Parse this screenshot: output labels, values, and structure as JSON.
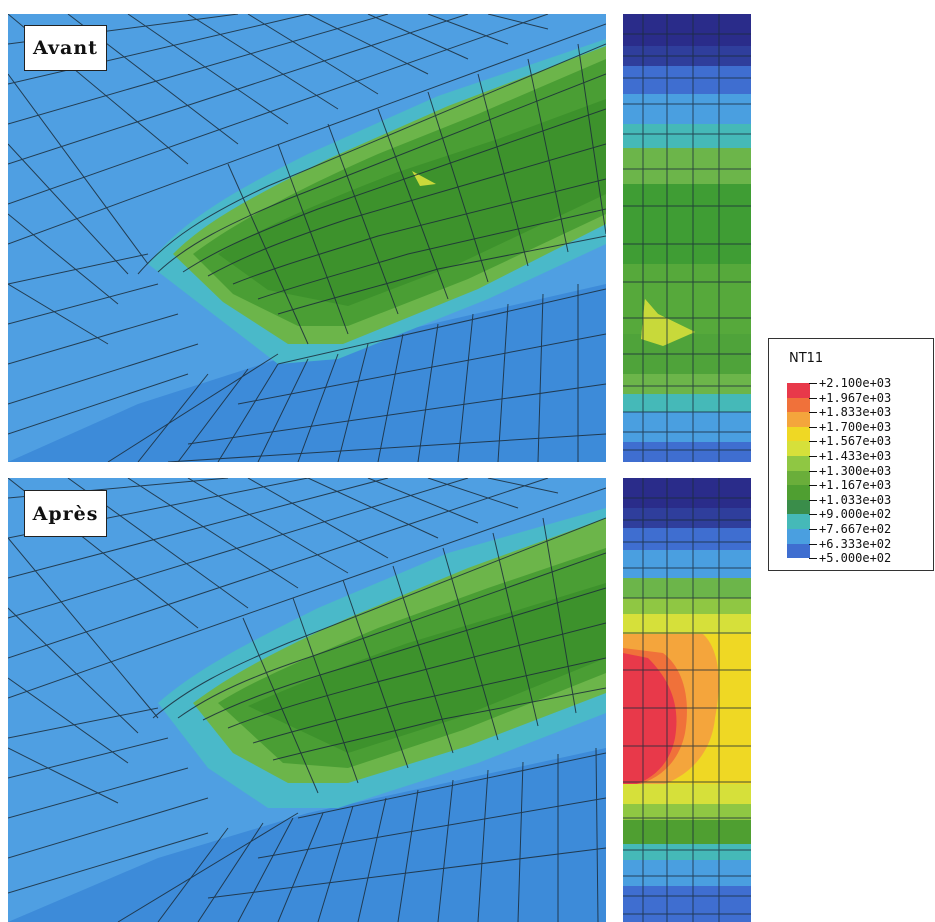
{
  "panels": {
    "avant": {
      "label": "Avant"
    },
    "apres": {
      "label": "Après"
    }
  },
  "legend": {
    "title": "NT11",
    "values": [
      "+2.100e+03",
      "+1.967e+03",
      "+1.833e+03",
      "+1.700e+03",
      "+1.567e+03",
      "+1.433e+03",
      "+1.300e+03",
      "+1.167e+03",
      "+1.033e+03",
      "+9.000e+02",
      "+7.667e+02",
      "+6.333e+02",
      "+5.000e+02"
    ],
    "colors": [
      "#e8394a",
      "#f0713a",
      "#f4a53c",
      "#efd824",
      "#d6e03a",
      "#8fc743",
      "#6aae3a",
      "#4f9f31",
      "#3a8d4a",
      "#45b9b8",
      "#4a9fe0",
      "#3f6ed0",
      "#2a2c8a"
    ]
  }
}
